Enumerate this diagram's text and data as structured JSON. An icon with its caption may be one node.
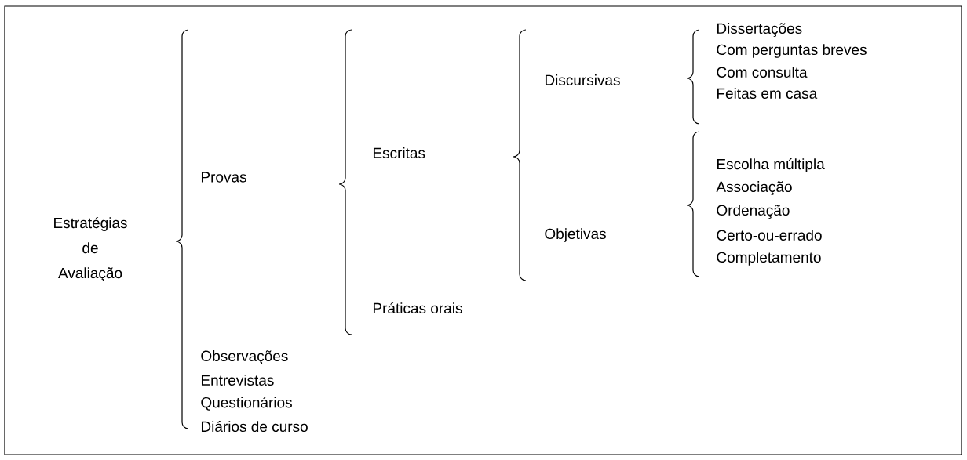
{
  "diagram": {
    "labels": [
      "Estratégias de Avaliação",
      "Provas",
      "Escritas",
      "Discursivas",
      "Dissertações",
      "Com perguntas breves",
      "Com consulta",
      "Feitas em casa",
      "Objetivas",
      "Escolha múltipla",
      "Associação",
      "Ordenação",
      "Certo-ou-errado",
      "Completamento",
      "Práticas orais",
      "Observações",
      "Entrevistas",
      "Questionários",
      "Diários de curso"
    ]
  }
}
